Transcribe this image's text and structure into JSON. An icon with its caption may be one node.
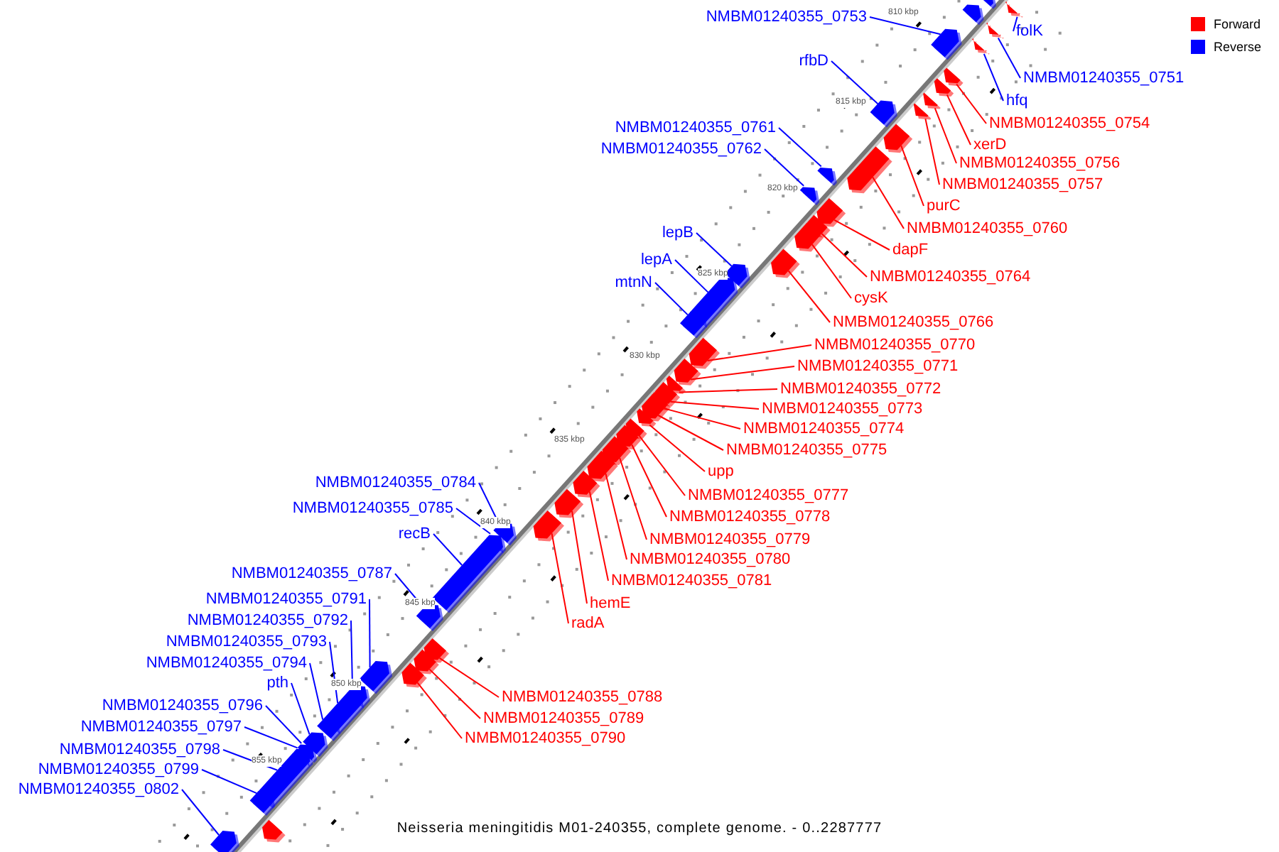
{
  "diagram": {
    "caption": "Neisseria meningitidis M01-240355, complete genome. - 0..2287777",
    "nodes": [
      {
        "text": [
          "NMBM01240355_0753"
        ]
      },
      {
        "text": [
          "folK"
        ]
      },
      {
        "text": [
          "rfbD"
        ]
      },
      {
        "text": [
          "NMBM01240355_0751"
        ]
      },
      {
        "text": [
          "hfq"
        ]
      },
      {
        "text": [
          "NMBM01240355_0754"
        ]
      },
      {
        "text": [
          "NMBM01240355_0761"
        ]
      },
      {
        "text": [
          "xerD"
        ]
      },
      {
        "text": [
          "NMBM01240355_0762"
        ]
      },
      {
        "text": [
          "NMBM01240355_0756"
        ]
      },
      {
        "text": [
          "NMBM01240355_0757"
        ]
      },
      {
        "text": [
          "purC"
        ]
      },
      {
        "text": [
          "NMBM01240355_0760"
        ]
      },
      {
        "text": [
          "lepB"
        ]
      },
      {
        "text": [
          "dapF"
        ]
      },
      {
        "text": [
          "lepA"
        ]
      },
      {
        "text": [
          "NMBM01240355_0764"
        ]
      },
      {
        "text": [
          "mtnN"
        ]
      },
      {
        "text": [
          "cysK"
        ]
      },
      {
        "text": [
          "NMBM01240355_0766"
        ]
      },
      {
        "text": [
          "NMBM01240355_0770"
        ]
      },
      {
        "text": [
          "NMBM01240355_0771"
        ]
      },
      {
        "text": [
          "NMBM01240355_0772"
        ]
      },
      {
        "text": [
          "NMBM01240355_0773"
        ]
      },
      {
        "text": [
          "NMBM01240355_0774"
        ]
      },
      {
        "text": [
          "NMBM01240355_0775"
        ]
      },
      {
        "text": [
          "upp"
        ]
      },
      {
        "text": [
          "NMBM01240355_0784"
        ]
      },
      {
        "text": [
          "NMBM01240355_0777"
        ]
      },
      {
        "text": [
          "NMBM01240355_0785"
        ]
      },
      {
        "text": [
          "NMBM01240355_0778"
        ]
      },
      {
        "text": [
          "recB"
        ]
      },
      {
        "text": [
          "NMBM01240355_0779"
        ]
      },
      {
        "text": [
          "NMBM01240355_0780"
        ]
      },
      {
        "text": [
          "NMBM01240355_0787"
        ]
      },
      {
        "text": [
          "NMBM01240355_0781"
        ]
      },
      {
        "text": [
          "NMBM01240355_0791"
        ]
      },
      {
        "text": [
          "hemE"
        ]
      },
      {
        "text": [
          "NMBM01240355_0792"
        ]
      },
      {
        "text": [
          "radA"
        ]
      },
      {
        "text": [
          "NMBM01240355_0793"
        ]
      },
      {
        "text": [
          "NMBM01240355_0794"
        ]
      },
      {
        "text": [
          "pth"
        ]
      },
      {
        "text": [
          "NMBM01240355_0788"
        ]
      },
      {
        "text": [
          "NMBM01240355_0796"
        ]
      },
      {
        "text": [
          "NMBM01240355_0789"
        ]
      },
      {
        "text": [
          "NMBM01240355_0797"
        ]
      },
      {
        "text": [
          "NMBM01240355_0790"
        ]
      },
      {
        "text": [
          "NMBM01240355_0798"
        ]
      },
      {
        "text": [
          "NMBM01240355_0799"
        ]
      },
      {
        "text": [
          "NMBM01240355_0802"
        ]
      },
      {
        "text": [],
        "shape": "bar"
      },
      {
        "text": [],
        "shape": "bar"
      },
      {
        "text": [],
        "shape": "bar"
      },
      {
        "text": [],
        "shape": "bar"
      },
      {
        "text": [],
        "shape": "bar"
      },
      {
        "text": [],
        "shape": "bar"
      },
      {
        "text": [],
        "shape": "bar"
      },
      {
        "text": [],
        "shape": "bar"
      },
      {
        "text": [],
        "shape": "bar"
      },
      {
        "text": [],
        "shape": "bar"
      },
      {
        "text": [],
        "shape": "bar"
      },
      {
        "text": [],
        "shape": "bar"
      },
      {
        "text": [],
        "shape": "bar"
      },
      {
        "text": [],
        "shape": "bar"
      },
      {
        "text": [],
        "shape": "bar"
      },
      {
        "text": [],
        "shape": "bar"
      },
      {
        "text": [],
        "shape": "bar"
      },
      {
        "text": [],
        "shape": "bar"
      },
      {
        "text": [],
        "shape": "bar"
      },
      {
        "text": [],
        "shape": "bar"
      },
      {
        "text": [],
        "shape": "bar"
      },
      {
        "text": [],
        "shape": "bar"
      },
      {
        "text": [],
        "shape": "bar"
      },
      {
        "text": [],
        "shape": "bar"
      },
      {
        "text": [],
        "shape": "bar"
      },
      {
        "text": [],
        "shape": "bar"
      },
      {
        "text": [],
        "shape": "bar"
      },
      {
        "text": [],
        "shape": "bar"
      },
      {
        "text": [],
        "shape": "bar"
      },
      {
        "text": [],
        "shape": "bar"
      },
      {
        "text": [],
        "shape": "bar"
      },
      {
        "text": [],
        "shape": "bar"
      },
      {
        "text": [],
        "shape": "bar"
      },
      {
        "text": [],
        "shape": "bar"
      },
      {
        "text": [],
        "shape": "bar"
      },
      {
        "text": [],
        "shape": "bar"
      },
      {
        "text": [],
        "shape": "bar"
      },
      {
        "text": [],
        "shape": "bar"
      },
      {
        "text": [],
        "shape": "bar"
      },
      {
        "text": [],
        "shape": "bar"
      },
      {
        "text": [],
        "shape": "bar"
      },
      {
        "text": [],
        "shape": "bar"
      },
      {
        "text": [],
        "shape": "bar"
      },
      {
        "text": [],
        "shape": "bar"
      },
      {
        "text": [],
        "shape": "bar"
      },
      {
        "text": [],
        "shape": "bar"
      },
      {
        "text": [],
        "shape": "bar"
      },
      {
        "text": [],
        "shape": "bar"
      },
      {
        "text": [],
        "shape": "bar"
      },
      {
        "text": [],
        "shape": "bar"
      },
      {
        "text": [],
        "shape": "bar"
      },
      {
        "text": [],
        "shape": "bar"
      },
      {
        "text": [],
        "shape": "bar"
      },
      {
        "text": [],
        "shape": "bar"
      }
    ],
    "edges": [
      {
        "from": 0,
        "to": 51,
        "arrow": "none",
        "color": "#0000ff"
      },
      {
        "from": 1,
        "to": 52,
        "arrow": "none",
        "color": "#0000ff"
      },
      {
        "from": 2,
        "to": 53,
        "arrow": "none",
        "color": "#0000ff"
      },
      {
        "from": 3,
        "to": 54,
        "arrow": "none",
        "color": "#0000ff"
      },
      {
        "from": 4,
        "to": 55,
        "arrow": "none",
        "color": "#0000ff"
      },
      {
        "from": 5,
        "to": 56,
        "arrow": "none"
      },
      {
        "from": 6,
        "to": 57,
        "arrow": "none",
        "color": "#0000ff"
      },
      {
        "from": 7,
        "to": 58,
        "arrow": "none"
      },
      {
        "from": 8,
        "to": 59,
        "arrow": "none",
        "color": "#0000ff"
      },
      {
        "from": 9,
        "to": 60,
        "arrow": "none"
      },
      {
        "from": 10,
        "to": 61,
        "arrow": "none"
      },
      {
        "from": 11,
        "to": 62,
        "arrow": "none"
      },
      {
        "from": 12,
        "to": 63,
        "arrow": "none"
      },
      {
        "from": 13,
        "to": 64,
        "arrow": "none",
        "color": "#0000ff"
      },
      {
        "from": 14,
        "to": 65,
        "arrow": "none"
      },
      {
        "from": 15,
        "to": 66,
        "arrow": "none",
        "color": "#0000ff"
      },
      {
        "from": 16,
        "to": 67,
        "arrow": "none"
      },
      {
        "from": 17,
        "to": 68,
        "arrow": "none",
        "color": "#0000ff"
      },
      {
        "from": 18,
        "to": 69,
        "arrow": "none"
      },
      {
        "from": 19,
        "to": 70,
        "arrow": "none"
      },
      {
        "from": 20,
        "to": 71,
        "arrow": "none"
      },
      {
        "from": 21,
        "to": 72,
        "arrow": "none"
      },
      {
        "from": 22,
        "to": 73,
        "arrow": "none"
      },
      {
        "from": 23,
        "to": 74,
        "arrow": "none"
      },
      {
        "from": 24,
        "to": 75,
        "arrow": "none"
      },
      {
        "from": 25,
        "to": 76,
        "arrow": "none"
      },
      {
        "from": 26,
        "to": 77,
        "arrow": "none"
      },
      {
        "from": 27,
        "to": 78,
        "arrow": "none",
        "color": "#0000ff"
      },
      {
        "from": 28,
        "to": 79,
        "arrow": "none"
      },
      {
        "from": 29,
        "to": 80,
        "arrow": "none",
        "color": "#0000ff"
      },
      {
        "from": 30,
        "to": 81,
        "arrow": "none"
      },
      {
        "from": 31,
        "to": 82,
        "arrow": "none",
        "color": "#0000ff"
      },
      {
        "from": 32,
        "to": 83,
        "arrow": "none"
      },
      {
        "from": 33,
        "to": 84,
        "arrow": "none"
      },
      {
        "from": 34,
        "to": 85,
        "arrow": "none",
        "color": "#0000ff"
      },
      {
        "from": 35,
        "to": 86,
        "arrow": "none"
      },
      {
        "from": 36,
        "to": 87,
        "arrow": "none",
        "color": "#0000ff"
      },
      {
        "from": 37,
        "to": 88,
        "arrow": "none"
      },
      {
        "from": 38,
        "to": 89,
        "arrow": "none",
        "color": "#0000ff"
      },
      {
        "from": 39,
        "to": 90,
        "arrow": "none"
      },
      {
        "from": 40,
        "to": 91,
        "arrow": "none",
        "color": "#0000ff"
      },
      {
        "from": 41,
        "to": 92,
        "arrow": "none",
        "color": "#0000ff"
      },
      {
        "from": 42,
        "to": 93,
        "arrow": "none",
        "color": "#0000ff"
      },
      {
        "from": 43,
        "to": 94,
        "arrow": "none"
      },
      {
        "from": 44,
        "to": 95,
        "arrow": "none",
        "color": "#0000ff"
      },
      {
        "from": 45,
        "to": 96,
        "arrow": "none"
      },
      {
        "from": 46,
        "to": 97,
        "arrow": "none",
        "color": "#0000ff"
      },
      {
        "from": 47,
        "to": 98,
        "arrow": "none"
      },
      {
        "from": 48,
        "to": 99,
        "arrow": "none",
        "color": "#0000ff"
      },
      {
        "from": 49,
        "to": 100,
        "arrow": "none",
        "color": "#0000ff"
      },
      {
        "from": 50,
        "to": 101,
        "arrow": "none",
        "color": "#0000ff"
      }
    ],
    "labels": [
      "810 kbp",
      "815 kbp",
      "820 kbp",
      "825 kbp",
      "830 kbp",
      "835 kbp",
      "840 kbp",
      "845 kbp",
      "850 kbp",
      "855 kbp"
    ],
    "legend": [
      {
        "text": "Forward",
        "color": "#ff0000"
      },
      {
        "text": "Reverse",
        "color": "#0000ff"
      }
    ]
  }
}
